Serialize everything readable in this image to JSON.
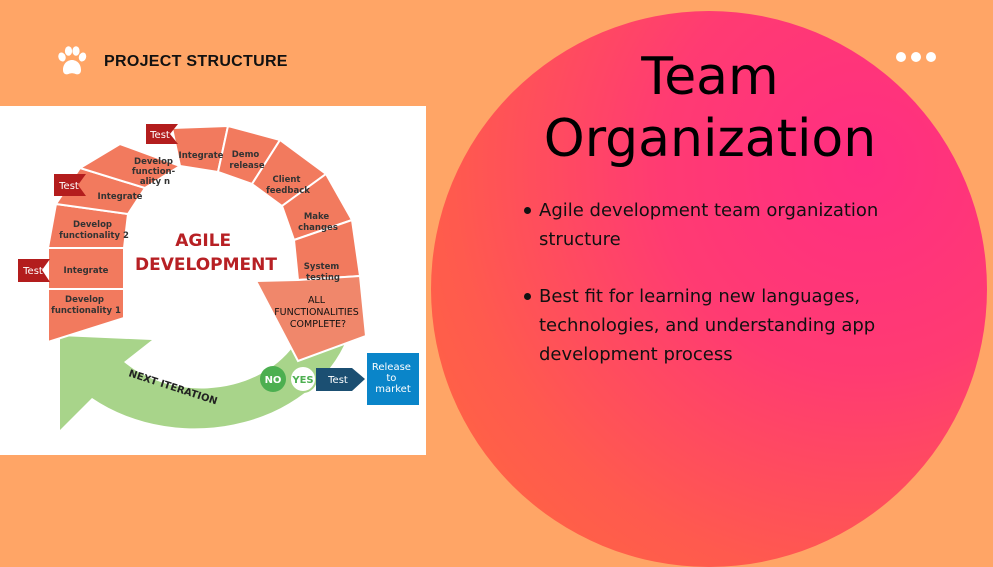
{
  "header": {
    "title": "PROJECT STRUCTURE",
    "icon": "paw-icon"
  },
  "menu": {
    "icon": "more-dots-icon"
  },
  "slide": {
    "title_line1": "Team",
    "title_line2": "Organization",
    "bullets": [
      {
        "text": "Agile development team organization structure"
      },
      {
        "text": "Best fit for learning new languages, technologies, and understanding app development process"
      }
    ]
  },
  "diagram": {
    "center_line1": "AGILE",
    "center_line2": "DEVELOPMENT",
    "segments": {
      "develop_functionality_1": [
        "Develop",
        "functionality 1"
      ],
      "integrate_1": "Integrate",
      "develop_functionality_2": [
        "Develop",
        "functionality 2"
      ],
      "integrate_2": "Integrate",
      "develop_functionality_n": [
        "Develop",
        "function-",
        "ality n"
      ],
      "integrate_n": "Integrate",
      "demo_release": [
        "Demo",
        "release"
      ],
      "client_feedback": [
        "Client",
        "feedback"
      ],
      "make_changes": [
        "Make",
        "changes"
      ],
      "system_testing": [
        "System",
        "testing"
      ]
    },
    "test_flag": "Test",
    "question": [
      "ALL",
      "FUNCTIONALITIES",
      "COMPLETE?"
    ],
    "no_label": "NO",
    "yes_label": "YES",
    "test_arrow": "Test",
    "release_box": [
      "Release",
      "to",
      "market"
    ],
    "next_iteration": "NEXT ITERATION",
    "colors": {
      "segment": "#F27A5E",
      "tip": "#F0876B",
      "flag": "#B31D1D",
      "center_text": "#B72024",
      "green_arrow": "#A8D48A",
      "no_circle": "#4CAF50",
      "yes_circle": "#FFFFFF",
      "test_arrow": "#1B4F72",
      "release_box": "#0A85C9"
    }
  }
}
